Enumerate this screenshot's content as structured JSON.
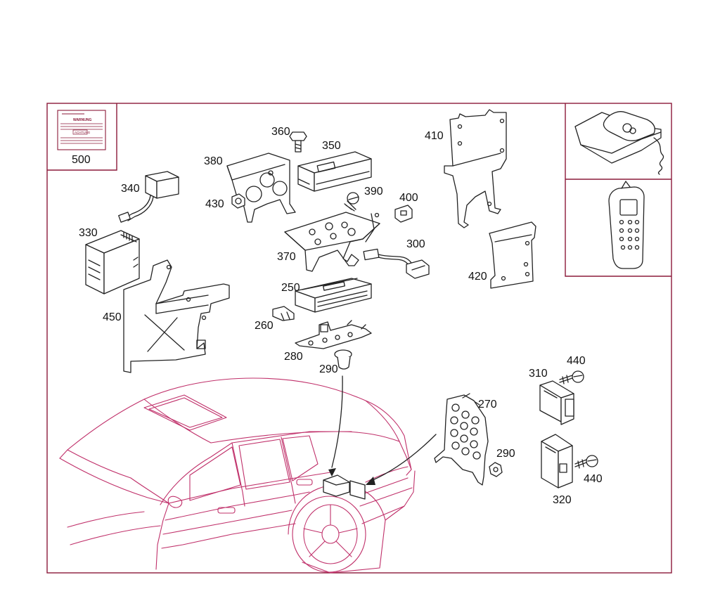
{
  "callouts": {
    "p500": "500",
    "p360": "360",
    "p350": "350",
    "p410": "410",
    "p380": "380",
    "p340": "340",
    "p430": "430",
    "p390": "390",
    "p400": "400",
    "p330": "330",
    "p370": "370",
    "p300": "300",
    "p420": "420",
    "p250": "250",
    "p450": "450",
    "p260": "260",
    "p280": "280",
    "p290a": "290",
    "p440a": "440",
    "p310": "310",
    "p270": "270",
    "p290b": "290",
    "p440b": "440",
    "p320": "320"
  },
  "sticker": {
    "warning": "WARNUNG",
    "caution": "ACHTUNG"
  },
  "colors": {
    "frame": "#8b1a3a",
    "car_outline": "#c0306a",
    "line_art": "#222222"
  }
}
